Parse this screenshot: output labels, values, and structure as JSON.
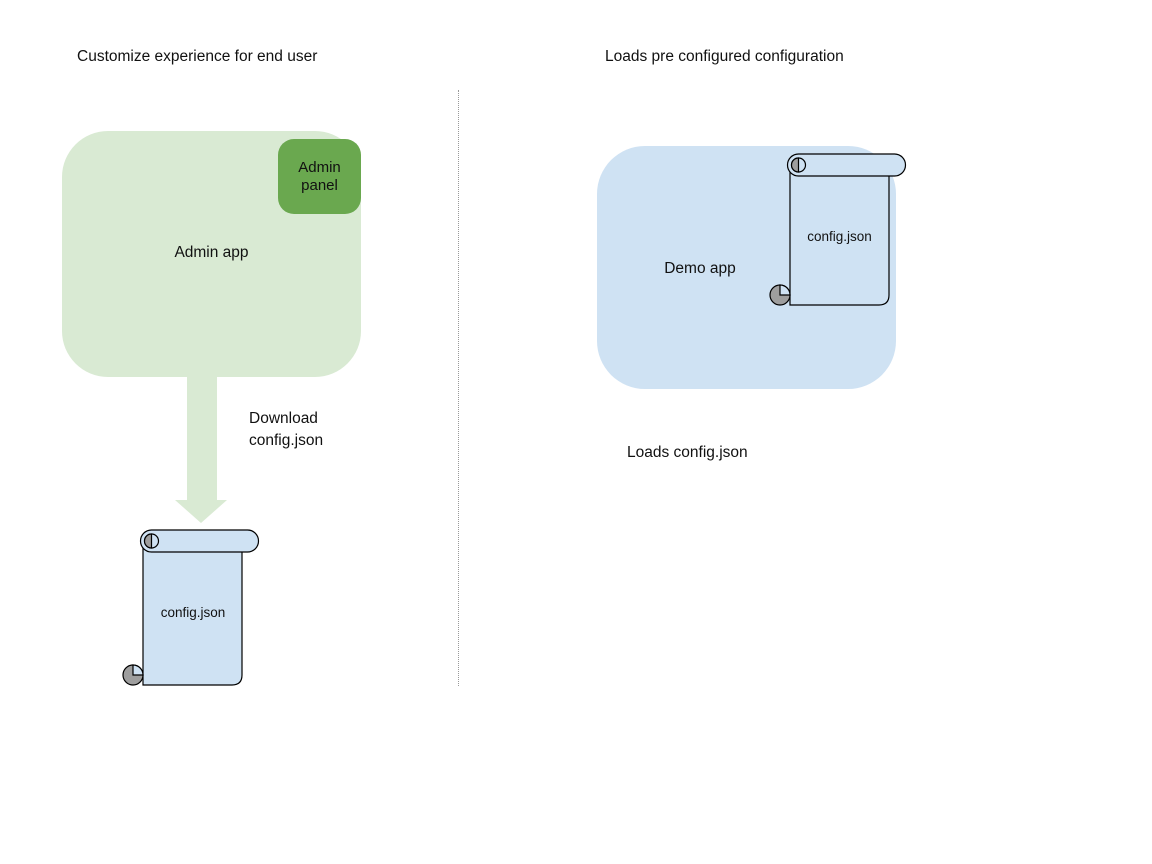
{
  "diagram": {
    "left": {
      "title": "Customize experience for end user",
      "admin_app_label": "Admin app",
      "admin_panel_label": "Admin panel",
      "download_label": "Download config.json",
      "config_file_label": "config.json"
    },
    "right": {
      "title": "Loads pre configured configuration",
      "demo_app_label": "Demo app",
      "config_file_label": "config.json",
      "caption": "Loads config.json"
    },
    "colors": {
      "admin_app_fill": "#d9ead3",
      "admin_panel_fill": "#6aa84f",
      "arrow_fill": "#d9ead3",
      "demo_app_fill": "#cfe2f3",
      "scroll_fill": "#cfe2f3",
      "scroll_stroke": "#000000",
      "scroll_curl_gray": "#9e9e9e",
      "divider_color": "#999999",
      "text_color": "#111111",
      "background": "#ffffff"
    }
  }
}
